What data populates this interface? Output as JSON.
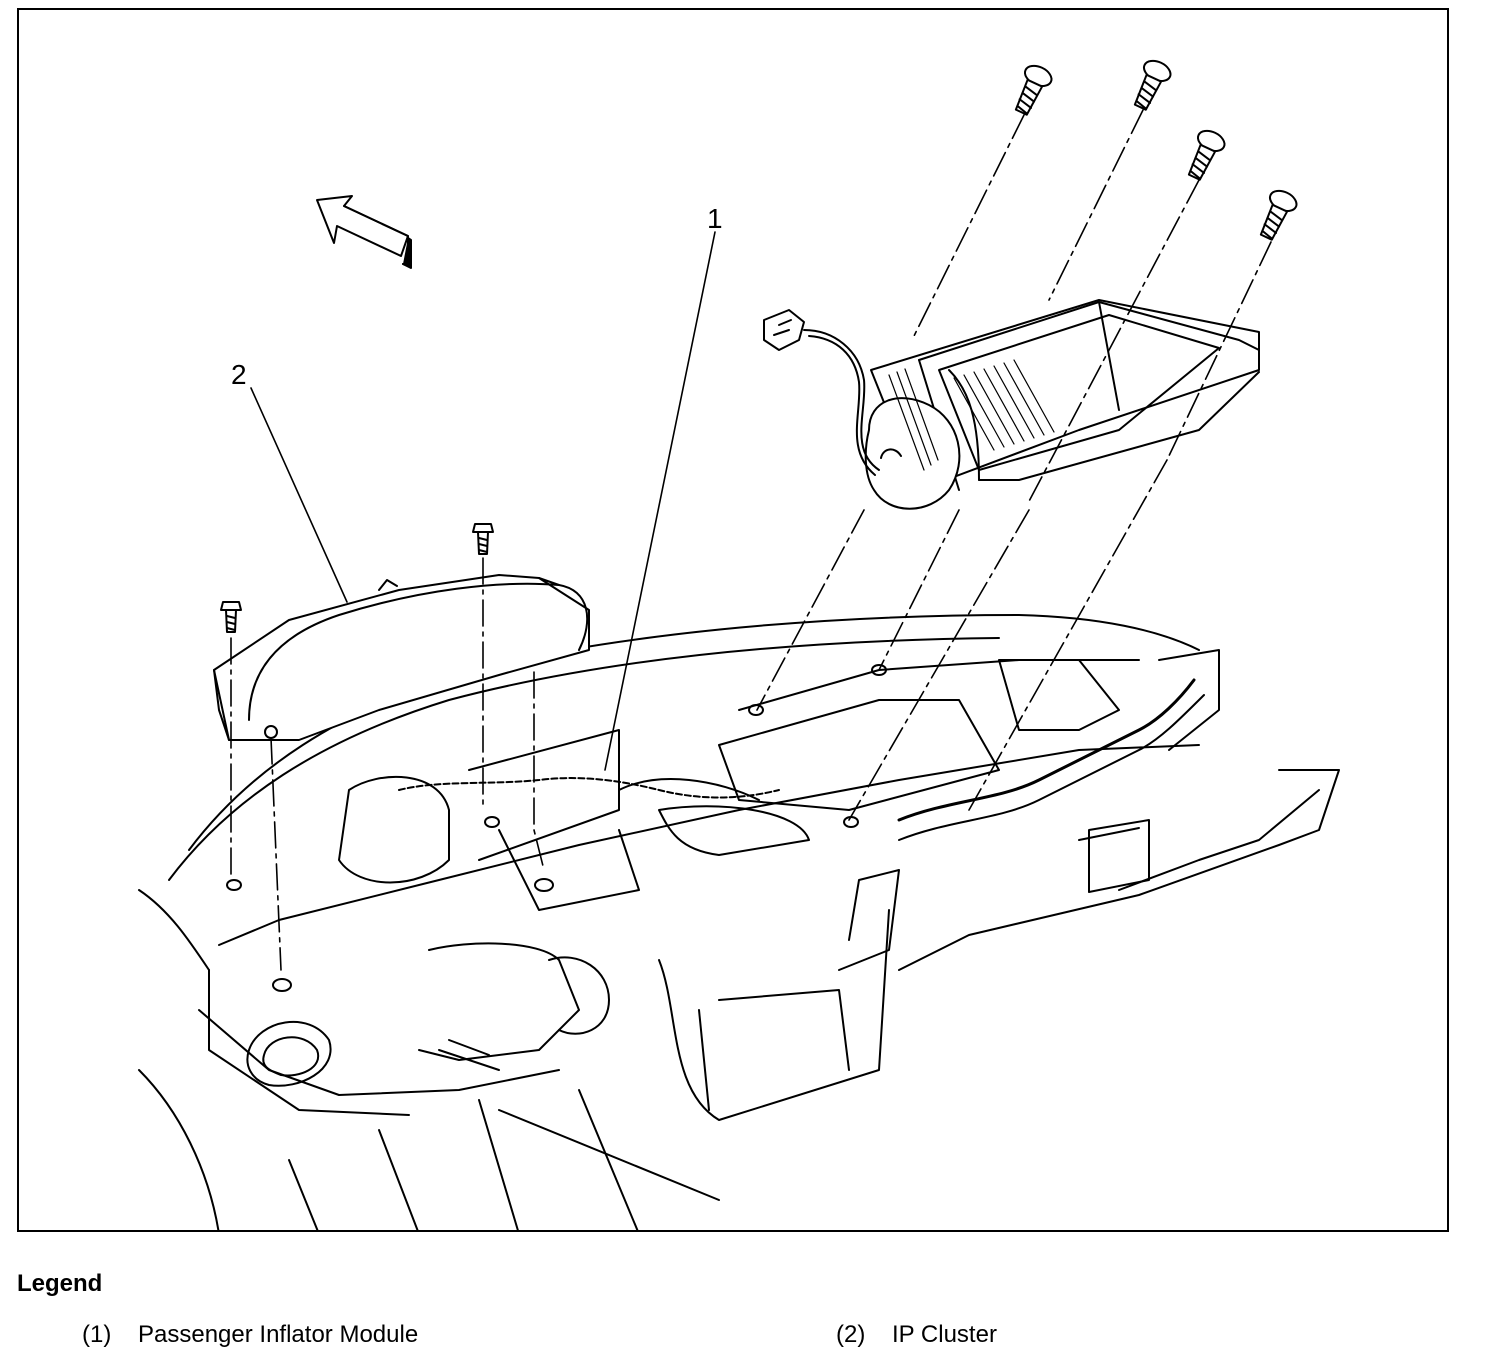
{
  "diagram": {
    "callouts": [
      {
        "id": "1",
        "label": "1"
      },
      {
        "id": "2",
        "label": "2"
      }
    ]
  },
  "legend": {
    "title": "Legend",
    "items": [
      {
        "number": "(1)",
        "label": "Passenger Inflator Module"
      },
      {
        "number": "(2)",
        "label": "IP Cluster"
      }
    ]
  },
  "colors": {
    "ink": "#000000",
    "paper": "#ffffff"
  }
}
